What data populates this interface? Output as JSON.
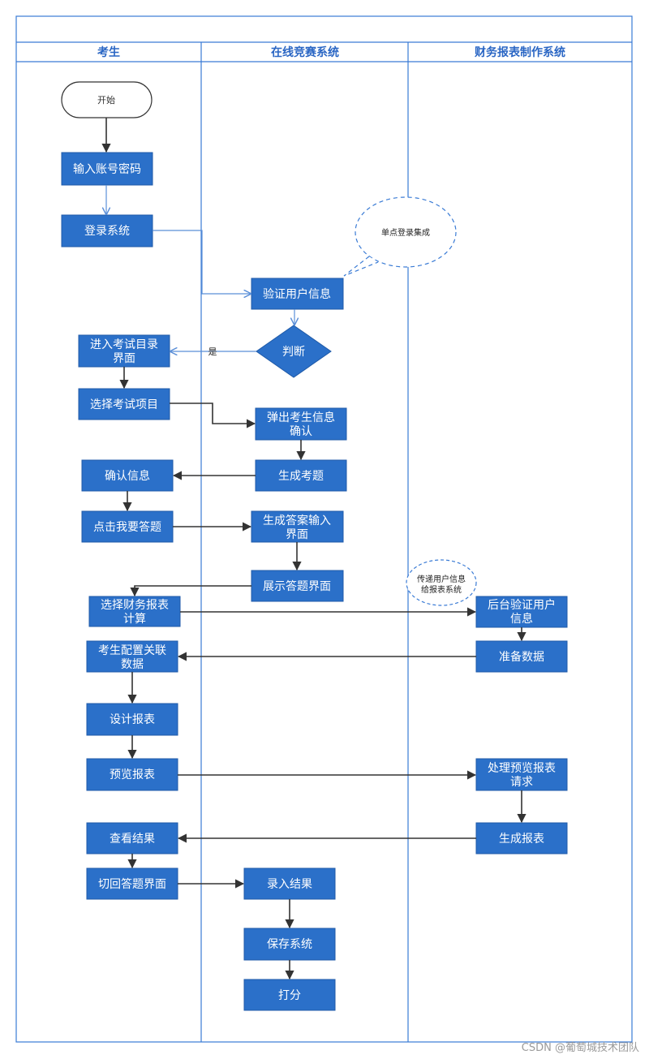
{
  "lanes": [
    "考生",
    "在线竞赛系统",
    "财务报表制作系统"
  ],
  "start_label": "开始",
  "nodes": {
    "input_account": "输入账号密码",
    "login": "登录系统",
    "verify_user": "验证用户信息",
    "decision": "判断",
    "yes_label": "是",
    "sso_note": "单点登录集成",
    "enter_catalog": [
      "进入考试目录",
      "界面"
    ],
    "select_project": "选择考试项目",
    "popup_info": [
      "弹出考生信息",
      "确认"
    ],
    "confirm_info": "确认信息",
    "gen_questions": "生成考题",
    "click_answer": "点击我要答题",
    "gen_answer_ui": [
      "生成答案输入",
      "界面"
    ],
    "show_answer_ui": "展示答题界面",
    "pass_note": [
      "传递用户信息",
      "给报表系统"
    ],
    "select_report": [
      "选择财务报表",
      "计算"
    ],
    "backend_verify": [
      "后台验证用户",
      "信息"
    ],
    "configure_data": [
      "考生配置关联",
      "数据"
    ],
    "prepare_data": "准备数据",
    "design_report": "设计报表",
    "preview_report": "预览报表",
    "process_preview": [
      "处理预览报表",
      "请求"
    ],
    "view_result": "查看结果",
    "gen_report": "生成报表",
    "switch_back": "切回答题界面",
    "record_result": "录入结果",
    "save_system": "保存系统",
    "score": "打分"
  },
  "watermark": "CSDN @葡萄城技术团队",
  "colors": {
    "box": "#2b70c9",
    "lane": "#3a7bd5",
    "title": "#2a66c4",
    "arrow": "#333333"
  }
}
